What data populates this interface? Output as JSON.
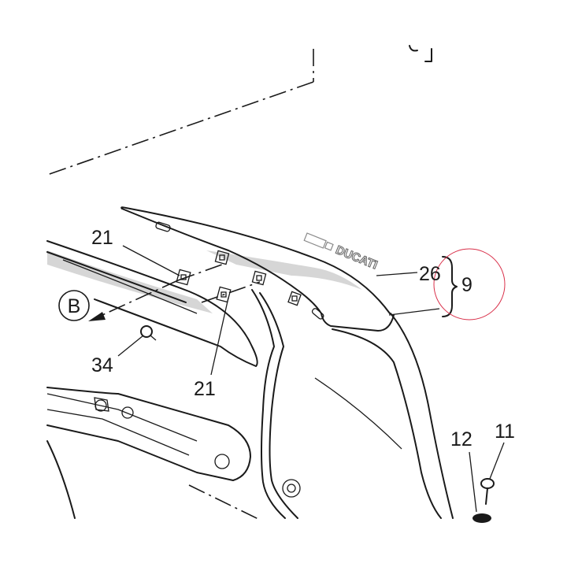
{
  "callouts": {
    "c21a": "21",
    "c21b": "21",
    "c26": "26",
    "c9": "9",
    "c34": "34",
    "c12": "12",
    "c11": "11",
    "viewB": "B"
  },
  "decal": {
    "text": "DUCATI"
  },
  "highlight_color": "#d9304a",
  "line_color": "#1a1a1a",
  "shade_color": "#d6d6d6"
}
